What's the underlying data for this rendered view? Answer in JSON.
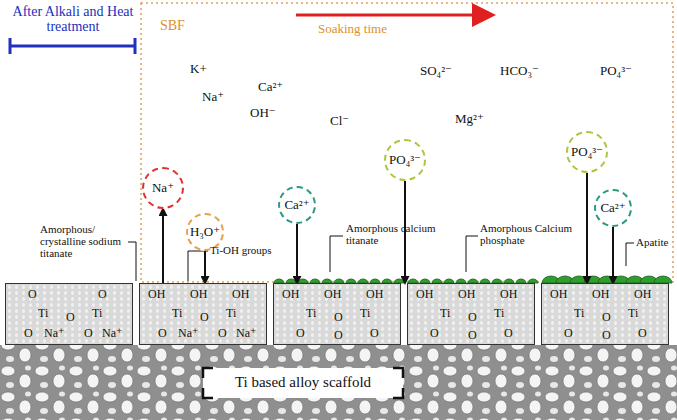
{
  "diagram": {
    "nodes": [
      {
        "text": [
          "O",
          "O",
          "Ti",
          "O",
          "Ti",
          "O",
          "Na⁺",
          "O",
          "Na⁺"
        ]
      },
      {
        "text": [
          "OH",
          "OH",
          "OH",
          "Ti",
          "O",
          "Ti",
          "O",
          "Na⁺",
          "O",
          "Na⁺"
        ]
      },
      {
        "text": [
          "OH",
          "OH",
          "OH",
          "Ti",
          "O",
          "Ti",
          "O",
          "O",
          "O"
        ]
      },
      {
        "text": [
          "OH",
          "OH",
          "OH",
          "Ti",
          "O",
          "Ti",
          "O",
          "O",
          "O"
        ]
      },
      {
        "text": [
          "OH",
          "OH",
          "OH",
          "Ti",
          "O",
          "Ti",
          "O",
          "O",
          "O"
        ]
      },
      {
        "text": [
          "Na⁺"
        ]
      },
      {
        "text": [
          "H₃O⁺"
        ]
      },
      {
        "text": [
          "Ca²⁺"
        ]
      },
      {
        "text": [
          "PO₄³⁻"
        ]
      },
      {
        "text": [
          "PO₄³⁻"
        ]
      },
      {
        "text": [
          "Ca²⁺"
        ]
      }
    ],
    "edges": [
      {
        "from": 1,
        "to": 5,
        "arrow": "to"
      },
      {
        "from": 6,
        "to": 1,
        "arrow": "to"
      },
      {
        "from": 7,
        "to": 2,
        "arrow": "to"
      },
      {
        "from": 8,
        "to": 3,
        "arrow": "to"
      },
      {
        "from": 9,
        "to": 4,
        "arrow": "to"
      },
      {
        "from": 10,
        "to": 4,
        "arrow": "to"
      }
    ],
    "labels": [
      "After Alkali and Heat treatment",
      "SBF",
      "Soaking time",
      "K+",
      "SO₄²⁻",
      "HCO₃⁻",
      "PO₄³⁻",
      "Na⁺",
      "Ca²⁺",
      "OH⁻",
      "Cl⁻",
      "Mg²⁺",
      "Amorphous/ crystalline sodium titanate",
      "Ti-OH groups",
      "Amorphous calcium titanate",
      "Amorphous Calcium phosphate",
      "Apatite",
      "Ti based alloy scaffold"
    ]
  }
}
